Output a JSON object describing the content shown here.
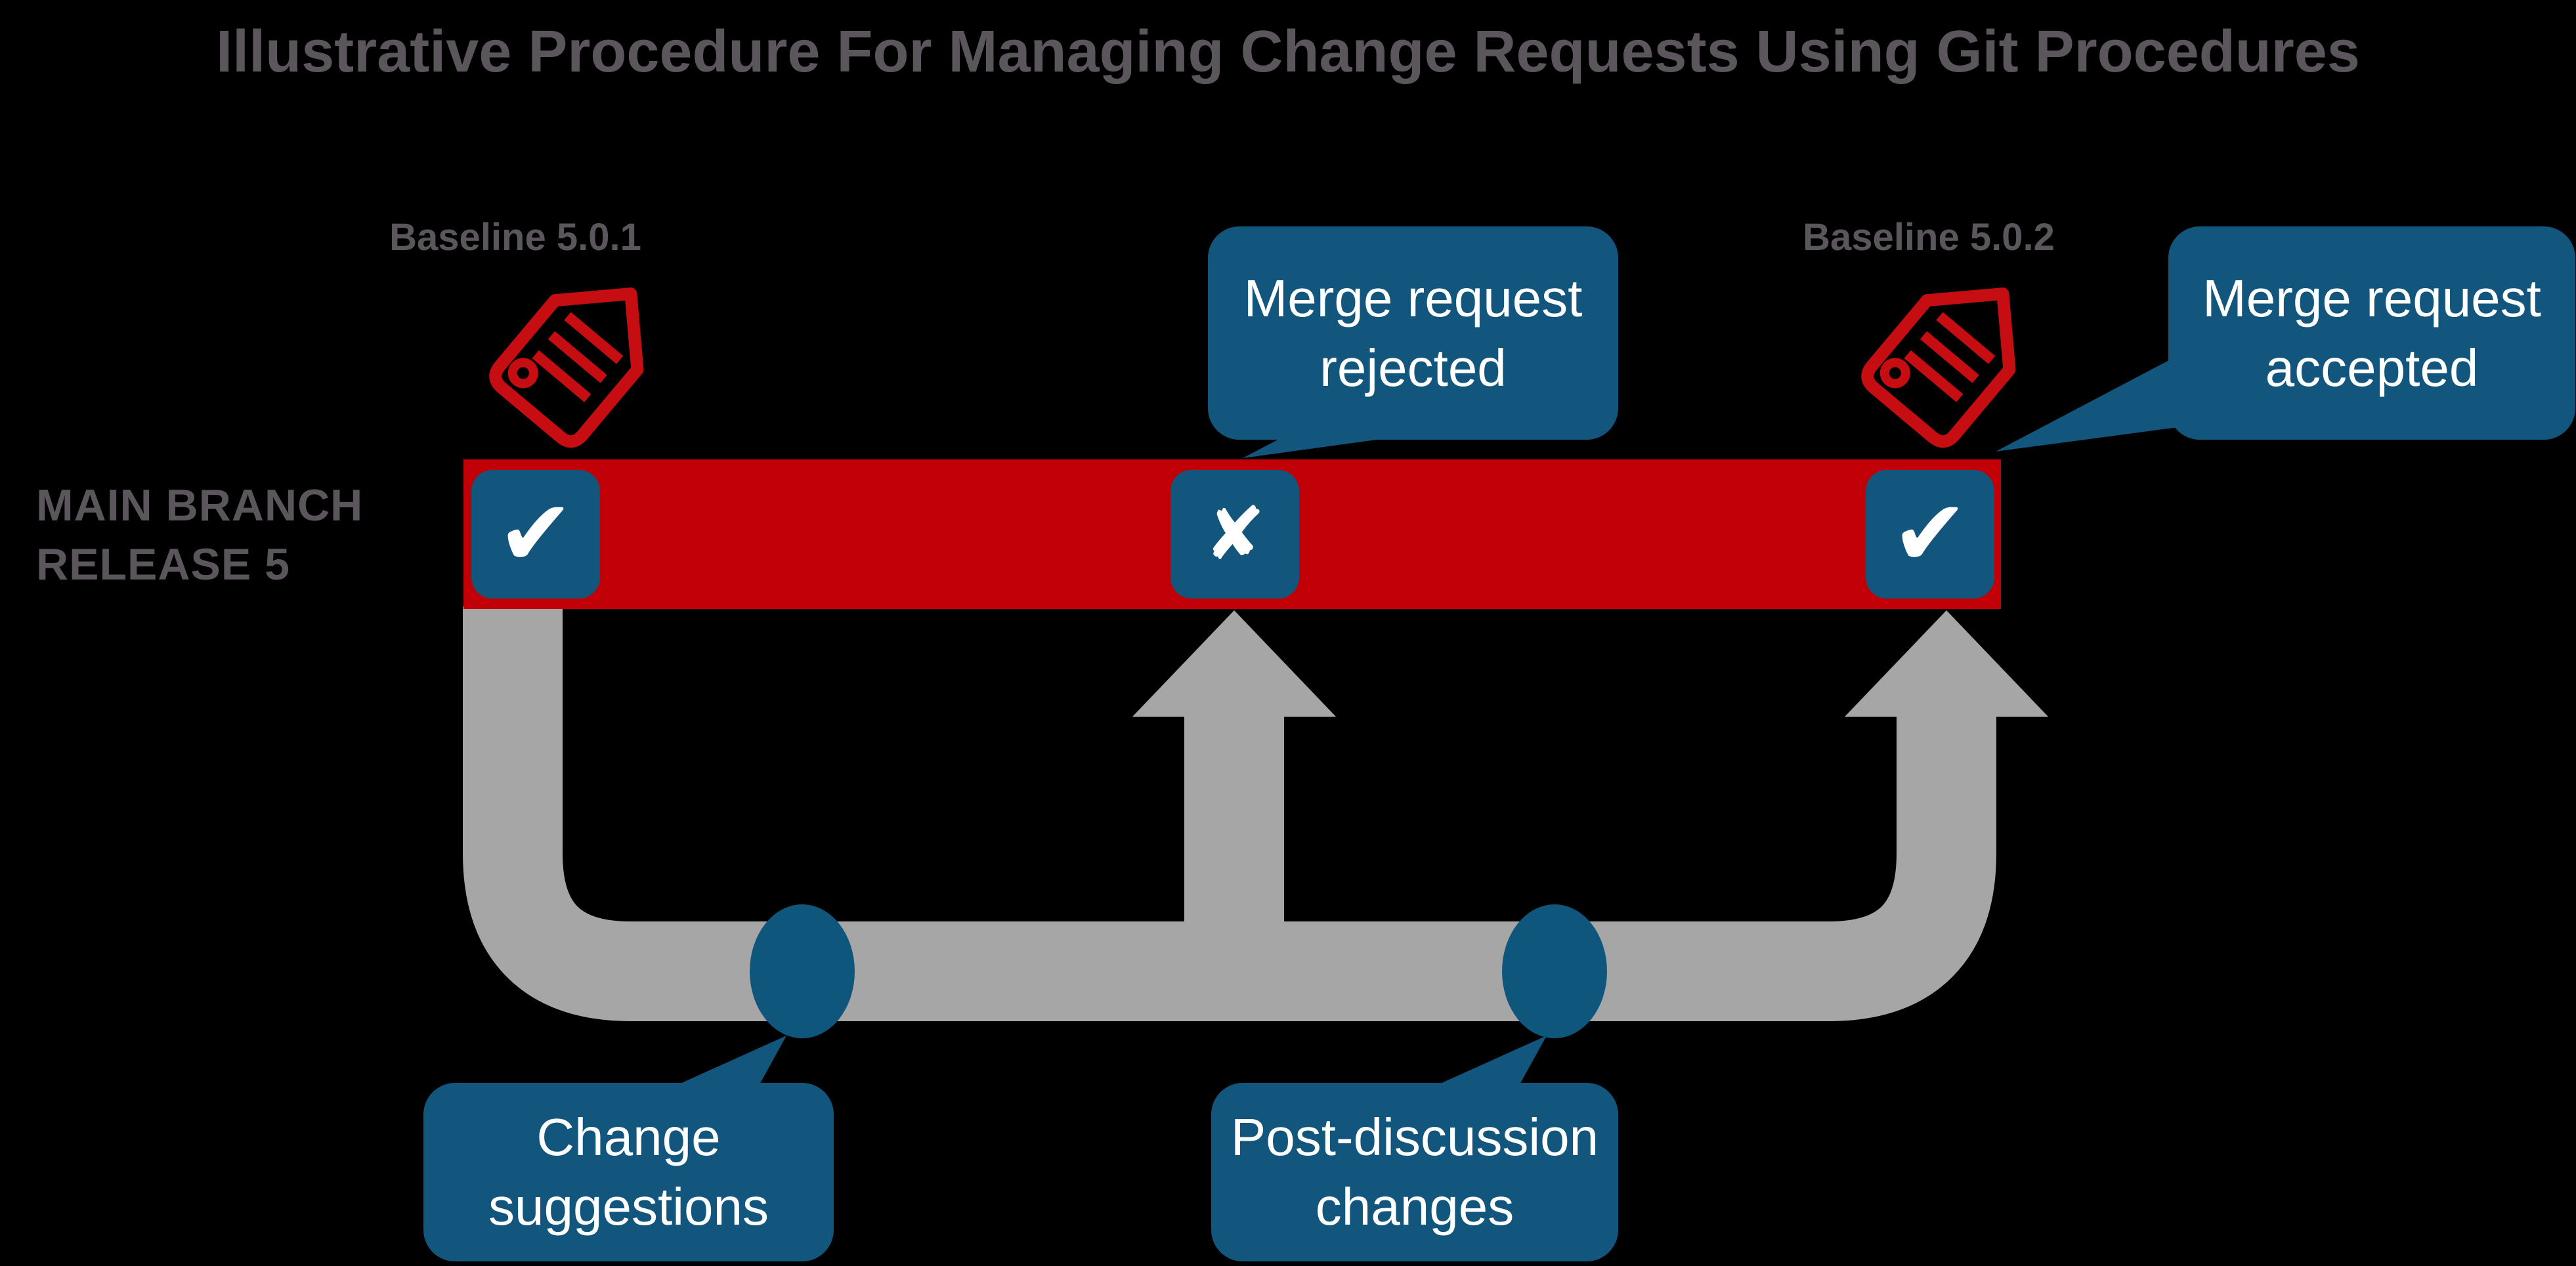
{
  "title": "Illustrative Procedure For Managing Change Requests Using Git Procedures",
  "branch_label": {
    "line1": "MAIN BRANCH",
    "line2": "RELEASE 5"
  },
  "baselines": [
    {
      "label": "Baseline 5.0.1",
      "icon": "tag-icon"
    },
    {
      "label": "Baseline 5.0.2",
      "icon": "tag-icon"
    }
  ],
  "commits": [
    {
      "glyph": "✔",
      "icon": "check-icon"
    },
    {
      "glyph": "✘",
      "icon": "x-icon"
    },
    {
      "glyph": "✔",
      "icon": "check-icon"
    }
  ],
  "callouts": {
    "merge_rejected": {
      "line1": "Merge request",
      "line2": "rejected"
    },
    "merge_accepted": {
      "line1": "Merge request",
      "line2": "accepted"
    },
    "change_suggestions": {
      "line1": "Change",
      "line2": "suggestions"
    },
    "post_discussion": {
      "line1": "Post-discussion",
      "line2": "changes"
    }
  },
  "colors": {
    "background": "#000000",
    "main_branch_red": "#C00006",
    "tag_red": "#C50D12",
    "accent_blue": "#12567D",
    "branch_gray": "#A6A6A6",
    "label_gray": "#5B565C",
    "text_white": "#FFFFFF"
  }
}
